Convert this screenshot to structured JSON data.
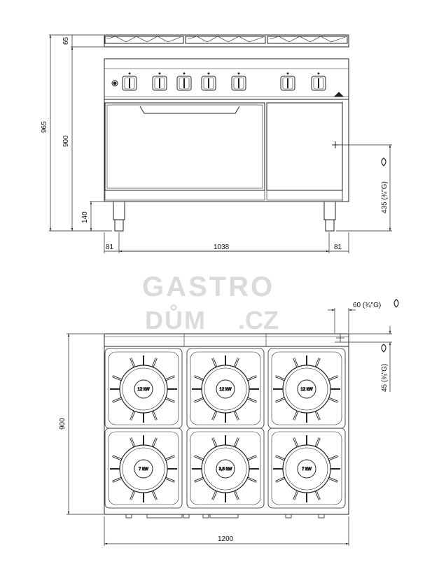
{
  "watermark": {
    "line1": "GASTRO",
    "line2": "DŮM",
    "line3": ".CZ"
  },
  "front_view": {
    "dims": {
      "top_burner_height": "65",
      "total_height": "965",
      "body_height": "900",
      "leg_height": "140",
      "gas_inlet_height": "435 (¾\"G)",
      "left_offset": "81",
      "leg_span": "1038",
      "right_offset": "81"
    },
    "knob_count": 7
  },
  "top_view": {
    "dims": {
      "gas_inlet_side": "60 (¾\"G)",
      "gas_inlet_depth": "45 (¾\"G)",
      "depth": "900",
      "width": "1200"
    },
    "burners": [
      {
        "label": "12 kW"
      },
      {
        "label": "12 kW"
      },
      {
        "label": "12 kW"
      },
      {
        "label": "7 kW"
      },
      {
        "label": "3,5 kW"
      },
      {
        "label": "7 kW"
      }
    ]
  },
  "colors": {
    "line": "#222222",
    "watermark": "#d3d3d3"
  }
}
